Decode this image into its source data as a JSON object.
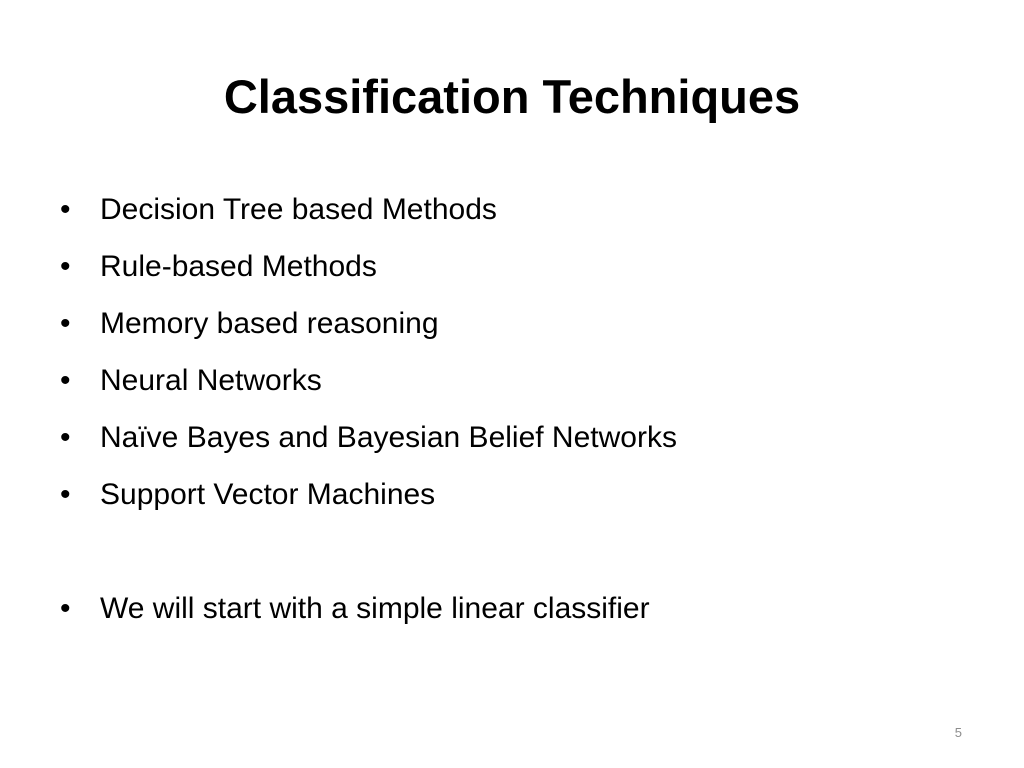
{
  "slide": {
    "title": "Classification Techniques",
    "bullet_glyph": "•",
    "bullets": [
      "Decision Tree based Methods",
      "Rule-based Methods",
      "Memory based reasoning",
      "Neural Networks",
      "Naïve Bayes and Bayesian Belief Networks",
      "Support Vector Machines"
    ],
    "extra_bullet": "We will start with a simple linear classifier",
    "slide_number": "5"
  },
  "colors": {
    "background": "#ffffff",
    "text": "#000000",
    "slide_number": "#8c8c8c"
  }
}
